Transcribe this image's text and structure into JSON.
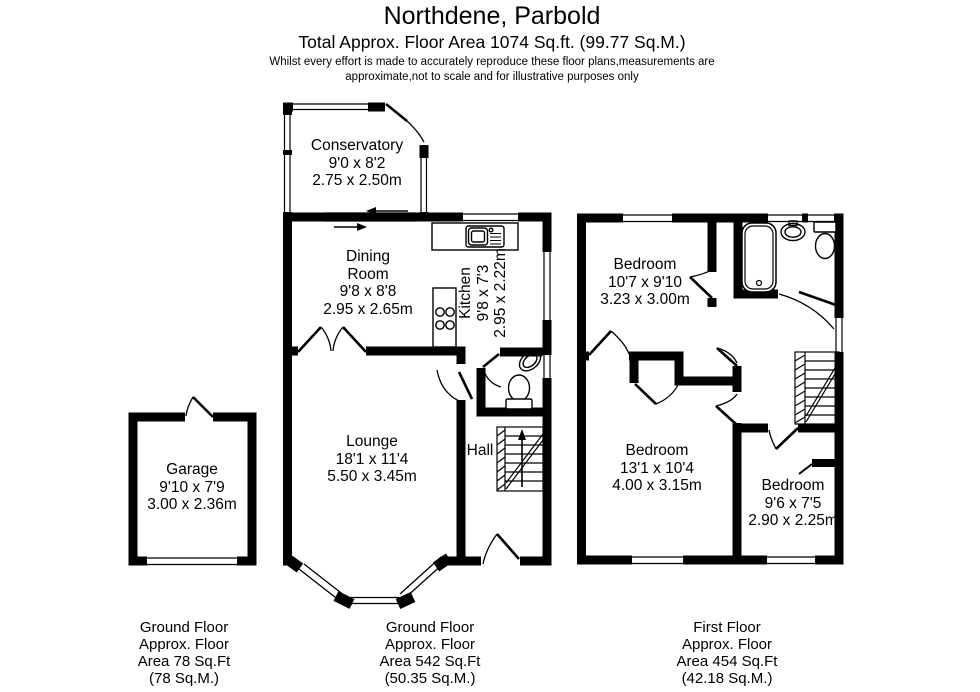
{
  "header": {
    "title": "Northdene, Parbold",
    "subtitle": "Total Approx. Floor Area 1074 Sq.ft. (99.77 Sq.M.)",
    "disclaimer_line1": "Whilst every effort is made to accurately reproduce these floor plans,measurements are",
    "disclaimer_line2": "approximate,not to scale and for illustrative purposes only"
  },
  "labels": {
    "conservatory": {
      "lines": [
        "Conservatory",
        "9'0 x 8'2",
        "2.75 x 2.50m"
      ]
    },
    "dining": {
      "lines": [
        "Dining",
        "Room",
        "9'8 x 8'8",
        "2.95 x 2.65m"
      ]
    },
    "kitchen": {
      "lines": [
        "Kitchen",
        "9'8 x 7'3",
        "2.95 x 2.22m"
      ]
    },
    "lounge": {
      "lines": [
        "Lounge",
        "18'1 x 11'4",
        "5.50 x 3.45m"
      ]
    },
    "hall": {
      "lines": [
        "Hall"
      ]
    },
    "garage": {
      "lines": [
        "Garage",
        "9'10 x 7'9",
        "3.00 x 2.36m"
      ]
    },
    "bedroom1": {
      "lines": [
        "Bedroom",
        "10'7 x 9'10",
        "3.23 x 3.00m"
      ]
    },
    "bedroom2": {
      "lines": [
        "Bedroom",
        "13'1 x 10'4",
        "4.00 x 3.15m"
      ]
    },
    "bedroom3": {
      "lines": [
        "Bedroom",
        "9'6 x 7'5",
        "2.90 x 2.25m"
      ]
    }
  },
  "footers": {
    "garage": {
      "lines": [
        "Ground Floor",
        "Approx. Floor",
        "Area 78 Sq.Ft",
        "(78 Sq.M.)"
      ]
    },
    "ground": {
      "lines": [
        "Ground Floor",
        "Approx. Floor",
        "Area 542 Sq.Ft",
        "(50.35 Sq.M.)"
      ]
    },
    "first": {
      "lines": [
        "First Floor",
        "Approx. Floor",
        "Area 454 Sq.Ft",
        "(42.18 Sq.M.)"
      ]
    }
  },
  "colors": {
    "wall": "#000000",
    "background": "#ffffff"
  }
}
